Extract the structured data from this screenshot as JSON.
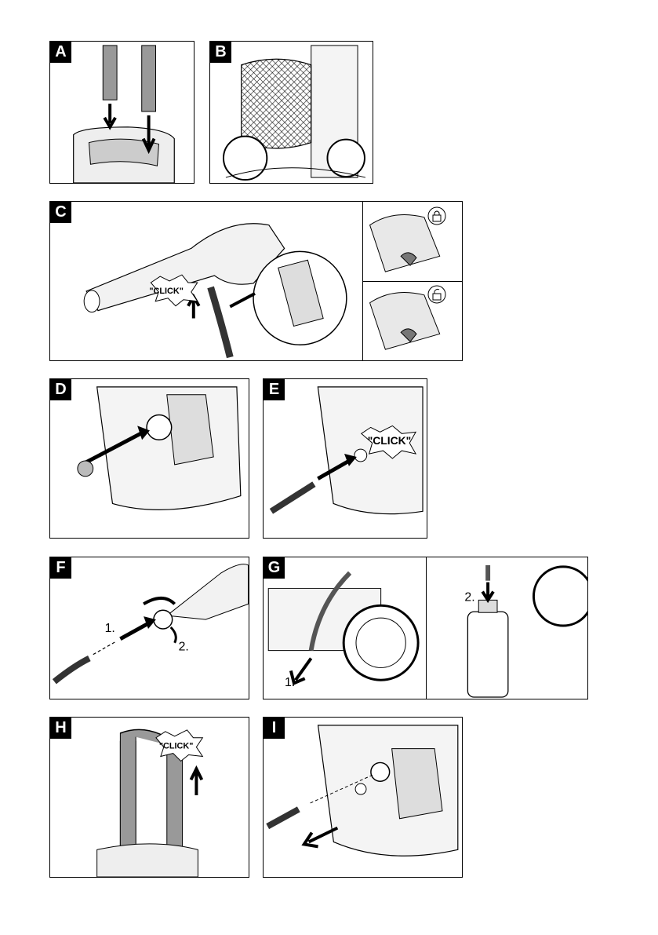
{
  "panels": {
    "a": {
      "tag": "A"
    },
    "b": {
      "tag": "B"
    },
    "c": {
      "tag": "C",
      "click": "\"CLICK\""
    },
    "d": {
      "tag": "D"
    },
    "e": {
      "tag": "E",
      "click": "\"CLICK\""
    },
    "f": {
      "tag": "F",
      "step1": "1.",
      "step2": "2."
    },
    "g": {
      "tag": "G",
      "step1": "1.",
      "step2": "2."
    },
    "h": {
      "tag": "H",
      "click": "\"CLICK\""
    },
    "i": {
      "tag": "I"
    }
  },
  "icons": {
    "lock_closed": "padlock-closed-icon",
    "lock_open": "padlock-open-icon"
  }
}
